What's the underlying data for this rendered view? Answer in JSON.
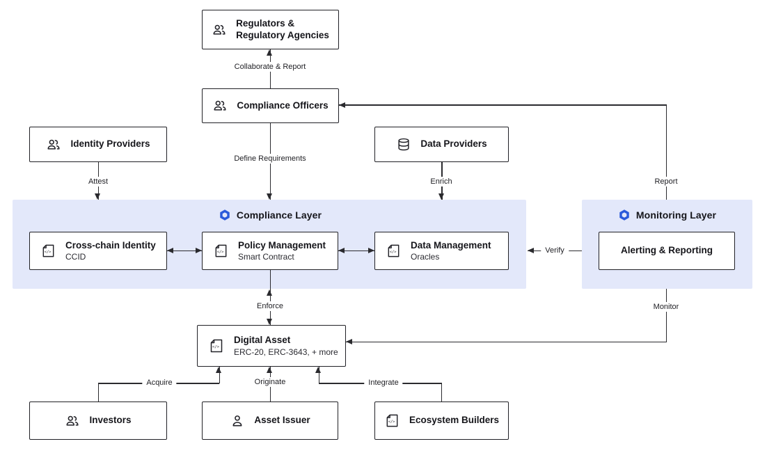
{
  "diagram": {
    "colors": {
      "accent": "#2A5ADA",
      "layer_bg": "#E3E8FA",
      "line": "#2a2a2e"
    },
    "actors": {
      "regulators": {
        "label_line1": "Regulators &",
        "label_line2": "Regulatory Agencies",
        "icon": "people-icon"
      },
      "compliance_officers": {
        "label": "Compliance Officers",
        "icon": "people-icon"
      },
      "identity_providers": {
        "label": "Identity Providers",
        "icon": "people-icon"
      },
      "data_providers": {
        "label": "Data Providers",
        "icon": "database-icon"
      },
      "investors": {
        "label": "Investors",
        "icon": "people-icon"
      },
      "asset_issuer": {
        "label": "Asset Issuer",
        "icon": "person-icon"
      },
      "ecosystem_builders": {
        "label": "Ecosystem Builders",
        "icon": "code-doc-icon"
      }
    },
    "compliance_layer": {
      "title": "Compliance Layer",
      "nodes": {
        "cross_chain_identity": {
          "title": "Cross-chain Identity",
          "subtitle": "CCID",
          "icon": "code-doc-icon"
        },
        "policy_management": {
          "title": "Policy Management",
          "subtitle": "Smart Contract",
          "icon": "code-doc-icon"
        },
        "data_management": {
          "title": "Data Management",
          "subtitle": "Oracles",
          "icon": "code-doc-icon"
        }
      }
    },
    "monitoring_layer": {
      "title": "Monitoring Layer",
      "nodes": {
        "alerting_reporting": {
          "title": "Alerting & Reporting"
        }
      }
    },
    "digital_asset": {
      "title": "Digital Asset",
      "subtitle": "ERC-20, ERC-3643, + more",
      "icon": "code-doc-icon"
    },
    "edges": {
      "collaborate_report": "Collaborate & Report",
      "define_requirements": "Define Requirements",
      "attest": "Attest",
      "enrich": "Enrich",
      "report": "Report",
      "verify": "Verify",
      "enforce": "Enforce",
      "monitor": "Monitor",
      "acquire": "Acquire",
      "originate": "Originate",
      "integrate": "Integrate"
    }
  }
}
